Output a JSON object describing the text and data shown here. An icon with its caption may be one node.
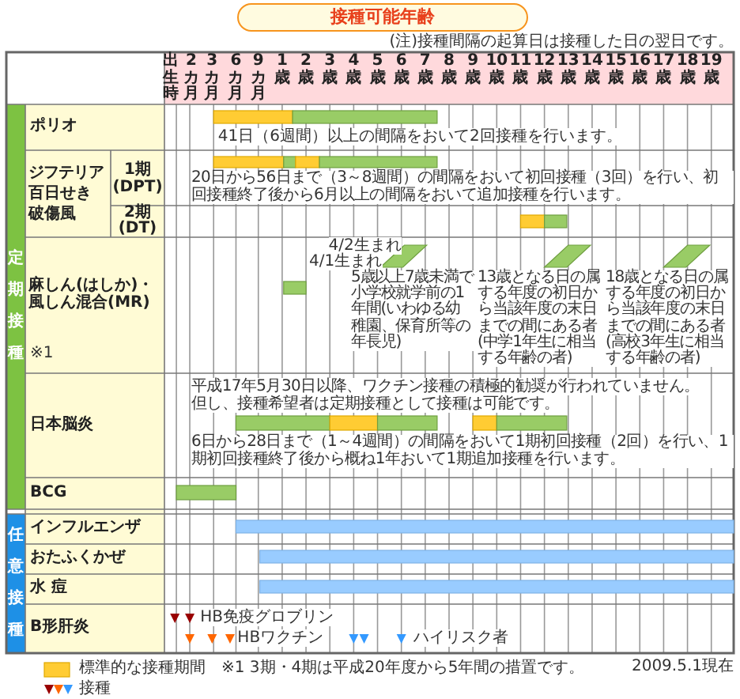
{
  "diagram": {
    "title": "接種可能年齢",
    "labels": [
      "(注)接種間隔の起算日は接種した日の翌日です。",
      "出生時",
      "2カ月",
      "3カ月",
      "6カ月",
      "9カ月",
      "1歳",
      "2歳",
      "3歳",
      "4歳",
      "5歳",
      "6歳",
      "7歳",
      "8歳",
      "9歳",
      "10歳",
      "11歳",
      "12歳",
      "13歳",
      "14歳",
      "15歳",
      "16歳",
      "17歳",
      "18歳",
      "19歳",
      "定期接種",
      "ポリオ",
      "41日（6週間）以上の間隔をおいて2回接種を行います。",
      "ジフテリア",
      "百日せき",
      "破傷風",
      "1期(DPT)",
      "20日から56日まで（3～8週間）の間隔をおいて初回接種（3回）を行い、初回接種終了後から6月以上の間隔をおいて追加接種を行います。",
      "2期(DT)",
      "4/2生まれ",
      "4/1生まれ",
      "麻しん(はしか)・風しん混合(MR)",
      "※1",
      "5歳以上7歳未満で小学校就学前の1年間(いわゆる幼稚園、保育所等の年長児)",
      "13歳となる日の属する年度の初日から当該年度の末日までの間にある者(中学1年生に相当する年齢の者)",
      "18歳となる日の属する年度の初日から当該年度の末日までの間にある者(高校3年生に相当する年齢の者)",
      "日本脳炎",
      "平成17年5月30日以降、ワクチン接種の積極的勧奨が行われていません。",
      "但し、接種希望者は定期接種として接種は可能です。",
      "6日から28日まで（1～4週間）の間隔をおいて1期初回接種（2回）を行い、1期初回接種終了後から概ね1年おいて1期追加接種を行います。",
      "BCG",
      "任意接種",
      "インフルエンザ",
      "おたふくかぜ",
      "水 痘",
      "B形肝炎",
      "HB免疫グロブリン",
      "HBワクチン",
      "ハイリスク者",
      "※1 3期・4期は平成20年度から5年間の措置です。",
      "2009.5.1現在"
    ],
    "legend": [
      {
        "text": "標準的な接種期間",
        "color": "#ffcc33"
      },
      {
        "text": "接種"
      }
    ]
  }
}
